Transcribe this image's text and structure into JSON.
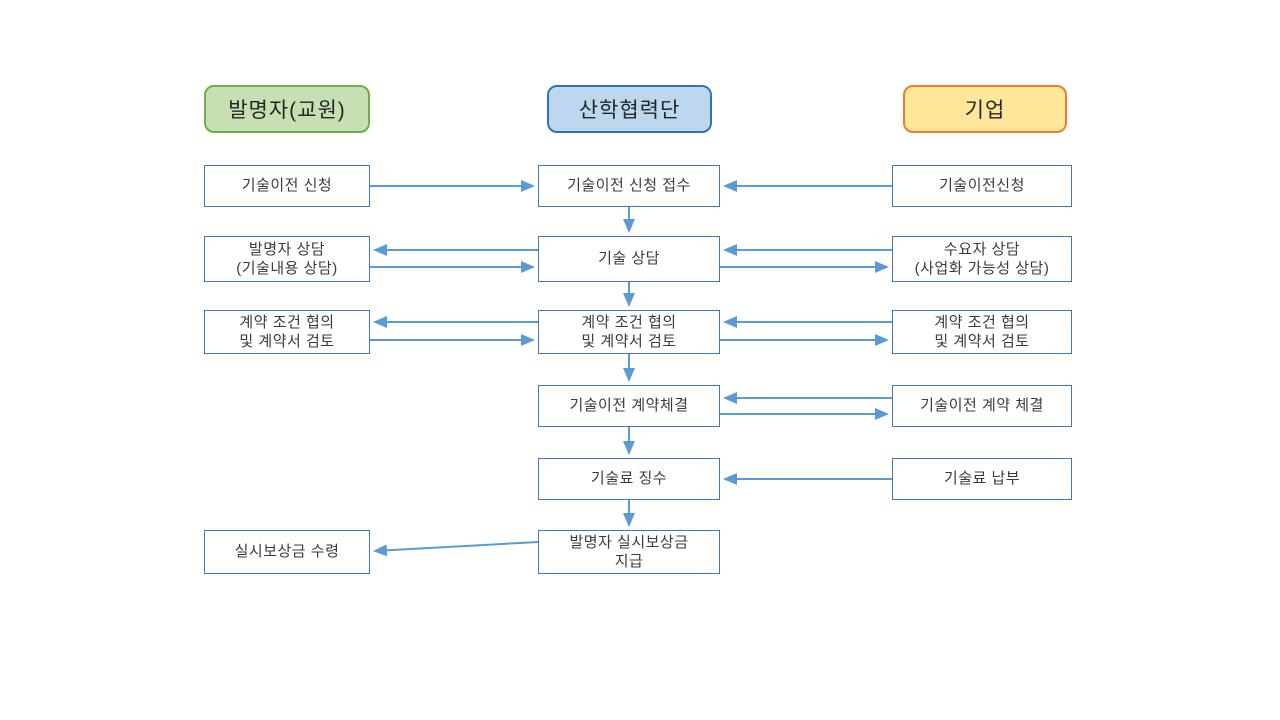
{
  "lanes": [
    {
      "label": "발명자(교원)"
    },
    {
      "label": "산학협력단"
    },
    {
      "label": "기업"
    }
  ],
  "boxes": {
    "r1_left": {
      "label": "기술이전 신청"
    },
    "r1_mid": {
      "label": "기술이전 신청 접수"
    },
    "r1_right": {
      "label": "기술이전신청"
    },
    "r2_left": {
      "label": "발명자 상담\n(기술내용 상담)"
    },
    "r2_mid": {
      "label": "기술 상담"
    },
    "r2_right": {
      "label": "수요자 상담\n(사업화 가능성 상담)"
    },
    "r3_left": {
      "label": "계약 조건 협의\n및 계약서 검토"
    },
    "r3_mid": {
      "label": "계약 조건 협의\n및 계약서 검토"
    },
    "r3_right": {
      "label": "계약 조건 협의\n및 계약서 검토"
    },
    "r4_mid": {
      "label": "기술이전 계약체결"
    },
    "r4_right": {
      "label": "기술이전 계약 체결"
    },
    "r5_mid": {
      "label": "기술료 징수"
    },
    "r5_right": {
      "label": "기술료 납부"
    },
    "r6_left": {
      "label": "실시보상금 수령"
    },
    "r6_mid": {
      "label": "발명자 실시보상금\n지급"
    }
  },
  "colors": {
    "arrow": "#5b9bd5",
    "box_border": "#4472c4",
    "lane_inventor_fill": "#c6e0b4",
    "lane_inventor_border": "#70ad47",
    "lane_foundation_fill": "#bdd7ee",
    "lane_foundation_border": "#2e75b6",
    "lane_company_fill": "#ffe699",
    "lane_company_border": "#ed7d31"
  }
}
